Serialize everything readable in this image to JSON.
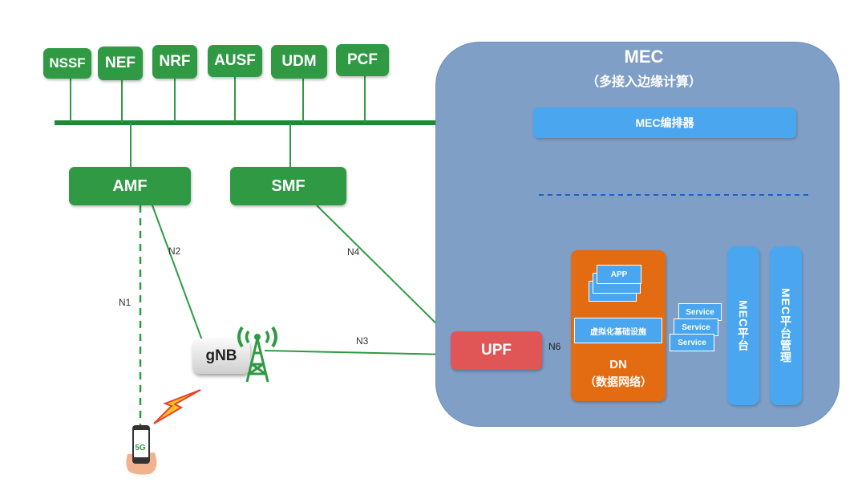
{
  "nfs": {
    "nssf": "NSSF",
    "nef": "NEF",
    "nrf": "NRF",
    "ausf": "AUSF",
    "udm": "UDM",
    "pcf": "PCF",
    "amf": "AMF",
    "smf": "SMF",
    "upf": "UPF"
  },
  "mec": {
    "title": "MEC",
    "subtitle": "（多接入边缘计算）",
    "orchestrator": "MEC编排器",
    "platform": "MEC平台",
    "platform_mgmt": "MEC平台管理"
  },
  "dn": {
    "app": "APP",
    "infra": "虚拟化基础设施",
    "title": "DN",
    "subtitle": "（数据网络）"
  },
  "services": [
    "Service",
    "Service",
    "Service"
  ],
  "gnb": "gNB",
  "phone_label": "5G",
  "interfaces": {
    "n1": "N1",
    "n2": "N2",
    "n3": "N3",
    "n4": "N4",
    "n6": "N6"
  },
  "colors": {
    "nf_green": "#2f9a43",
    "bus_green": "#1f8a35",
    "mec_bg": "#7f9fc7",
    "mec_blue": "#4aa6ee",
    "dn_orange": "#e36b12",
    "upf_red": "#e05555"
  }
}
